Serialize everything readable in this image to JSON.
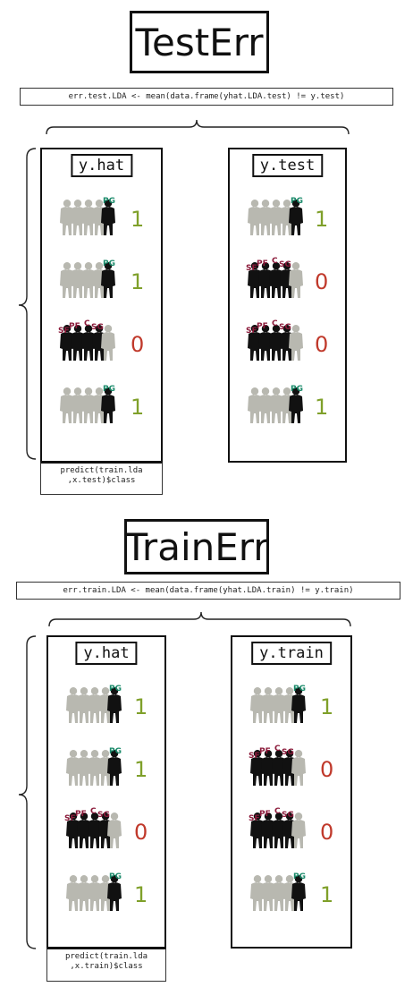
{
  "test": {
    "title": "TestErr",
    "code": "err.test.LDA <- mean(data.frame(yhat.LDA.test) != y.test)",
    "left_label": "y.hat",
    "right_label": "y.test",
    "predict_line1": "predict(train.lda",
    "predict_line2": ",x.test)$class",
    "left_rows": [
      {
        "value": "1",
        "group": "PG"
      },
      {
        "value": "1",
        "group": "PG"
      },
      {
        "value": "0",
        "group": "SF PF C SG"
      },
      {
        "value": "1",
        "group": "PG"
      }
    ],
    "right_rows": [
      {
        "value": "1",
        "group": "PG"
      },
      {
        "value": "0",
        "group": "SF PF C SG"
      },
      {
        "value": "0",
        "group": "SF PF C SG"
      },
      {
        "value": "1",
        "group": "PG"
      }
    ]
  },
  "train": {
    "title": "TrainErr",
    "code": "err.train.LDA <- mean(data.frame(yhat.LDA.train) != y.train)",
    "left_label": "y.hat",
    "right_label": "y.train",
    "predict_line1": "predict(train.lda",
    "predict_line2": ",x.train)$class",
    "left_rows": [
      {
        "value": "1",
        "group": "PG"
      },
      {
        "value": "1",
        "group": "PG"
      },
      {
        "value": "0",
        "group": "SF PF C SG"
      },
      {
        "value": "1",
        "group": "PG"
      }
    ],
    "right_rows": [
      {
        "value": "1",
        "group": "PG"
      },
      {
        "value": "0",
        "group": "SF PF C SG"
      },
      {
        "value": "0",
        "group": "SF PF C SG"
      },
      {
        "value": "1",
        "group": "PG"
      }
    ]
  },
  "labels": {
    "pg": "PG",
    "sf": "SF",
    "pf": "PF",
    "c": "C",
    "sg": "SG"
  },
  "colors": {
    "one": "#7fa02a",
    "zero": "#c0392b",
    "pg_label": "#1a8a6a",
    "front_label": "#8b1a3a",
    "highlight": "#111111",
    "faded": "#b8b8b0"
  }
}
